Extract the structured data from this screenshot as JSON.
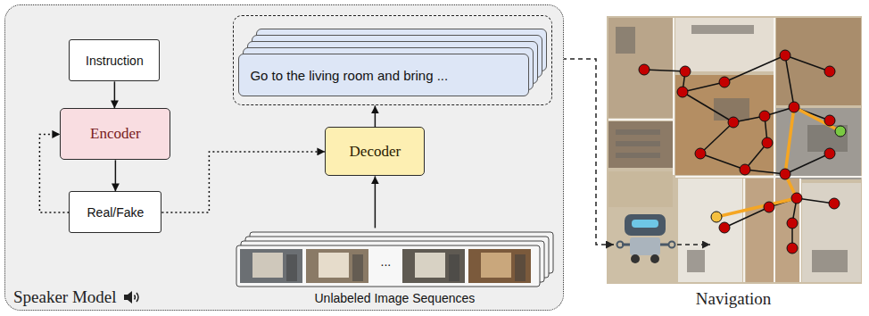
{
  "diagram": {
    "nodes": [
      {
        "text": [
          "Speaker Model"
        ]
      },
      {
        "text": [
          "Instruction"
        ],
        "in": 0
      },
      {
        "text": [
          "Encoder"
        ],
        "in": 0
      },
      {
        "text": [
          "Real/Fake"
        ],
        "in": 0
      },
      {
        "text": [
          "Go to the living room and bring ..."
        ],
        "in": 0
      },
      {
        "text": [
          "Decoder"
        ],
        "in": 0
      },
      {
        "text": [
          "Unlabeled Image Sequences",
          "..."
        ],
        "in": 0
      }
    ],
    "edges": [
      {
        "from": 1,
        "to": 2,
        "arrow": "to"
      },
      {
        "from": 2,
        "to": 3,
        "arrow": "to"
      },
      {
        "from": 3,
        "to": 2,
        "arrow": "to"
      },
      {
        "from": 3,
        "to": 5,
        "arrow": "to"
      },
      {
        "from": 5,
        "to": 4,
        "arrow": "to"
      },
      {
        "from": 6,
        "to": 5,
        "arrow": "to"
      }
    ],
    "labels": [
      "Navigation"
    ]
  }
}
